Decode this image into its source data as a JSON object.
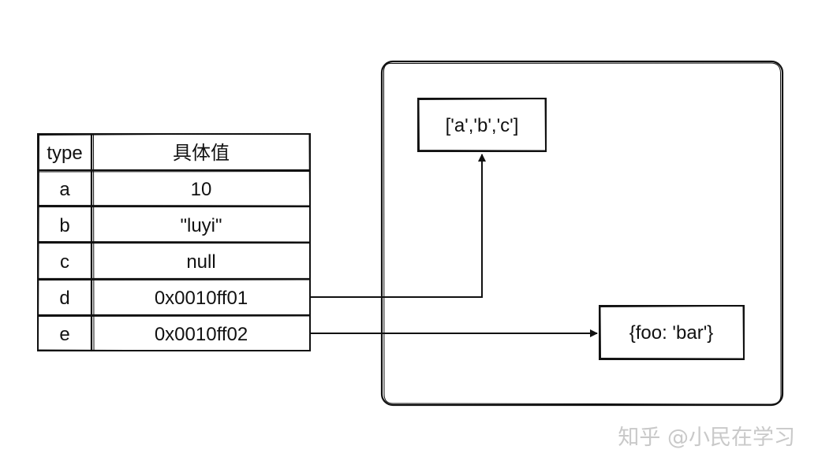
{
  "table": {
    "header": {
      "type": "type",
      "value": "具体值"
    },
    "rows": [
      {
        "key": "a",
        "value": "10"
      },
      {
        "key": "b",
        "value": "\"luyi\""
      },
      {
        "key": "c",
        "value": "null"
      },
      {
        "key": "d",
        "value": "0x0010ff01"
      },
      {
        "key": "e",
        "value": "0x0010ff02"
      }
    ]
  },
  "heap": {
    "array_obj": "['a','b','c']",
    "object_obj": "{foo: 'bar'}"
  },
  "watermark": "知乎 @小民在学习",
  "colors": {
    "line": "#111111",
    "watermark": "#c9c9c9",
    "background": "#ffffff"
  }
}
